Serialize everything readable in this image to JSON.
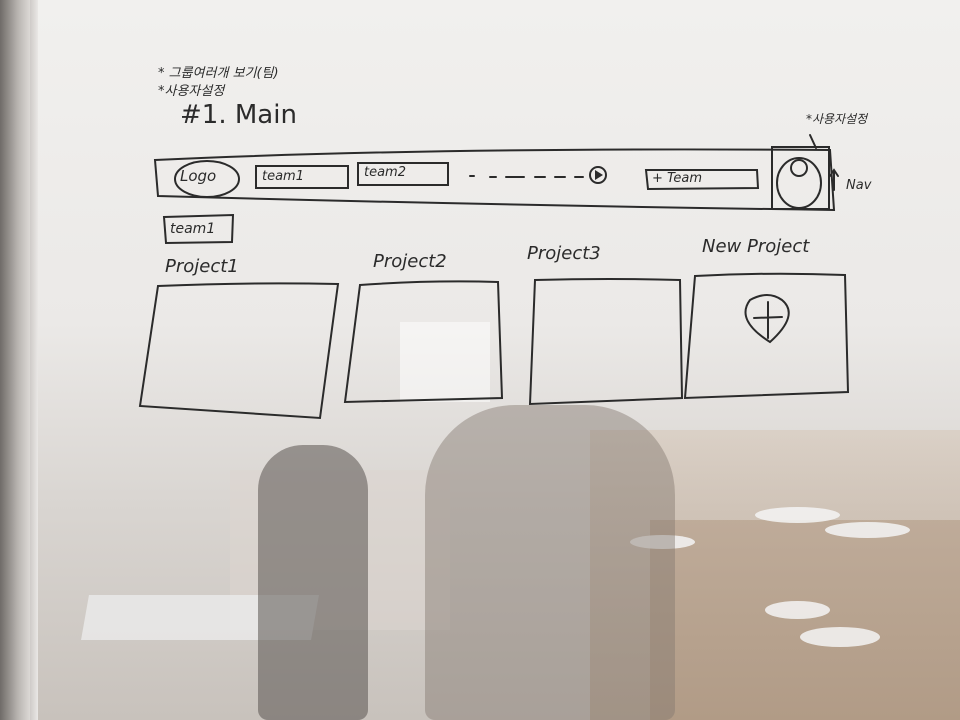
{
  "notes": {
    "line1": "* 그룹여러개 보기(팀)",
    "line2": "*사용자설정"
  },
  "heading": "#1. Main",
  "nav": {
    "logo": "Logo",
    "tabs": [
      "team1",
      "team2"
    ],
    "add_team": "+ Team",
    "user_setting_note": "*사용자설정",
    "label": "Nav"
  },
  "selected_team": "team1",
  "projects": [
    {
      "label": "Project1"
    },
    {
      "label": "Project2"
    },
    {
      "label": "Project3"
    }
  ],
  "new_project": {
    "label": "New Project",
    "icon": "plus-icon"
  },
  "colors": {
    "ink": "#2b2b2b",
    "board": "#efeeec"
  }
}
